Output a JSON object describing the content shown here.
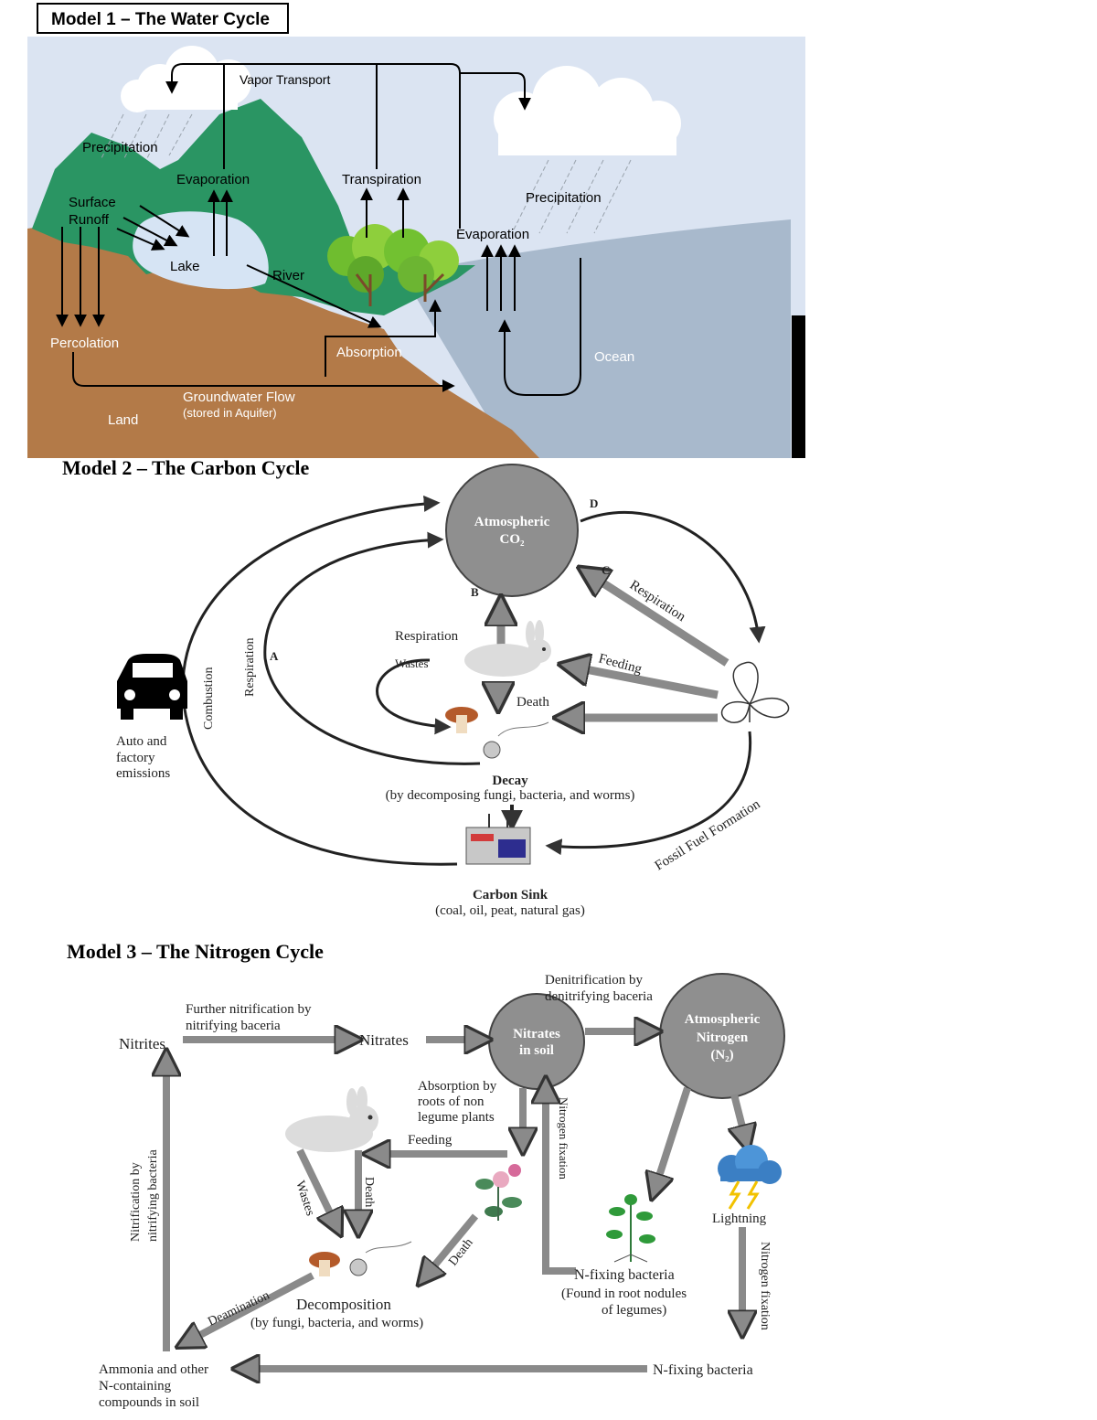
{
  "model1": {
    "title": "Model 1 – The Water Cycle",
    "labels": {
      "vapor_transport": "Vapor Transport",
      "precipitation_left": "Precipitation",
      "evaporation_lake": "Evaporation",
      "transpiration": "Transpiration",
      "precipitation_right": "Precipitation",
      "surface_runoff_1": "Surface",
      "surface_runoff_2": "Runoff",
      "lake": "Lake",
      "river": "River",
      "evaporation_ocean": "Evaporation",
      "percolation": "Percolation",
      "absorption": "Absorption",
      "ocean": "Ocean",
      "groundwater_1": "Groundwater Flow",
      "groundwater_2": "(stored in Aquifer)",
      "land": "Land"
    }
  },
  "model2": {
    "title": "Model 2 – The Carbon Cycle",
    "atmos_1": "Atmospheric",
    "atmos_2": "CO₂",
    "letter_a": "A",
    "letter_b": "B",
    "letter_c": "C",
    "letter_d": "D",
    "respiration_top": "Respiration",
    "wastes": "Wastes",
    "respiration_right": "Respiration",
    "feeding": "Feeding",
    "death": "Death",
    "respiration_left": "Respiration",
    "combustion": "Combustion",
    "auto_1": "Auto and",
    "auto_2": "factory",
    "auto_3": "emissions",
    "decay": "Decay",
    "decay_sub": "(by decomposing fungi, bacteria, and worms)",
    "fossil": "Fossil Fuel Formation",
    "sink": "Carbon Sink",
    "sink_sub": "(coal, oil, peat, natural gas)"
  },
  "model3": {
    "title": "Model 3 – The Nitrogen Cycle",
    "denit_1": "Denitrification by",
    "denit_2": "denitrifying baceria",
    "further_1": "Further nitrification by",
    "further_2": "nitrifying baceria",
    "nitrites": "Nitrites",
    "nitrates": "Nitrates",
    "nsoil_1": "Nitrates",
    "nsoil_2": "in soil",
    "atmos_1": "Atmospheric",
    "atmos_2": "Nitrogen",
    "atmos_3": "(N₂)",
    "absorb_1": "Absorption by",
    "absorb_2": "roots of non",
    "absorb_3": "legume plants",
    "feeding": "Feeding",
    "wastes": "Wastes",
    "death_1": "Death",
    "death_2": "Death",
    "nfix_vertical": "Nitrogen fixation",
    "lightning": "Lightning",
    "nitrif_1": "Nitrification by",
    "nitrif_2": "nitrifying bacteria",
    "nfix_bact_1": "N-fixing bacteria",
    "nfix_bact_2": "(Found in root nodules",
    "nfix_bact_3": "of legumes)",
    "nfix_right": "Nitrogen fixation",
    "deamination": "Deamination",
    "decomp": "Decomposition",
    "decomp_sub": "(by fungi, bacteria, and worms)",
    "ammonia_1": "Ammonia and other",
    "ammonia_2": "N-containing",
    "ammonia_3": "compounds in soil",
    "nfix_bact_bottom": "N-fixing bacteria"
  }
}
